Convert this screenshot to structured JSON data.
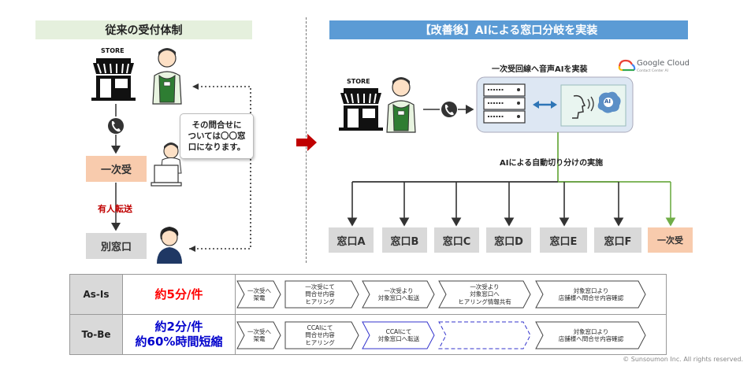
{
  "left_panel": {
    "header": "従来の受付体制",
    "store_label": "STORE",
    "bubble_text": "その問合せに\nついては〇〇窓\n口になります。",
    "first_reception": "一次受",
    "transfer_label": "有人転送",
    "other_window": "別窓口"
  },
  "right_panel": {
    "header": "【改善後】AIによる窓口分岐を実装",
    "store_label": "STORE",
    "voice_ai_label": "一次受回線へ音声AIを実装",
    "google_cloud_label": "Google Cloud",
    "contact_center_label": "Contact Center AI",
    "ai_badge": "AI",
    "auto_routing_label": "AIによる自動切り分けの実施",
    "windows": [
      "窓口A",
      "窓口B",
      "窓口C",
      "窓口D",
      "窓口E",
      "窓口F"
    ],
    "first_reception": "一次受"
  },
  "comparison": {
    "as_is": {
      "label": "As-Is",
      "metric": "約5分/件",
      "steps": [
        "一次受へ\n架電",
        "一次受にて\n問合せ内容\nヒアリング",
        "一次受より\n対象窓口へ転送",
        "一次受より\n対象窓口へ\nヒアリング情報共有",
        "対象窓口より\n店舗様へ問合せ内容確認"
      ]
    },
    "to_be": {
      "label": "To-Be",
      "metric_line1": "約2分/件",
      "metric_line2": "約60%時間短縮",
      "steps": [
        "一次受へ\n架電",
        "CCAIにて\n問合せ内容\nヒアリング",
        "CCAIにて\n対象窓口へ転送",
        "",
        "対象窓口より\n店舗様へ問合せ内容確認"
      ]
    }
  },
  "copyright": "© Sunsoumon Inc. All rights reserved.",
  "colors": {
    "left_header_bg": "#e5f0dd",
    "right_header_bg": "#5b9bd5",
    "peach": "#f8cbad",
    "gray": "#d9d9d9",
    "green_line": "#70ad47",
    "red_arrow": "#c00000",
    "dashed_blue": "#3333cc"
  }
}
